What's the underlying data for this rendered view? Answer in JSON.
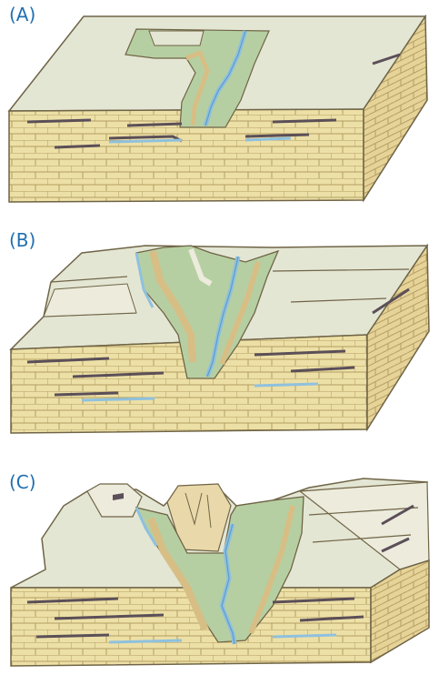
{
  "panels": [
    {
      "label": "(A)"
    },
    {
      "label": "(B)"
    },
    {
      "label": "(C)"
    }
  ],
  "colors": {
    "plateau_top": "#e4e6d4",
    "plateau_top_alt": "#ecebdc",
    "brick_face": "#ede0a6",
    "brick_side": "#e6d397",
    "brick_line": "#b49e63",
    "outline": "#6f6446",
    "canyon_green": "#b6cfa2",
    "canyon_tan": "#d7be85",
    "river_blue": "#8fc1de",
    "river_blue_dark": "#5f9cc6",
    "dark_strata": "#5b4f58",
    "label_blue": "#1f6fb2"
  }
}
